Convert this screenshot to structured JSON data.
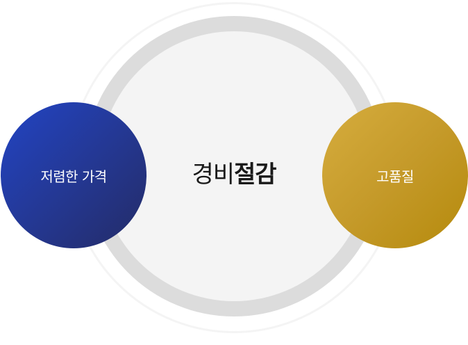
{
  "diagram": {
    "center": {
      "label_light": "경비",
      "label_bold": "절감"
    },
    "left": {
      "label": "저렴한 가격",
      "color_start": "#2244c4",
      "color_end": "#232b66"
    },
    "right": {
      "label": "고품질",
      "color_start": "#d6ad3e",
      "color_end": "#b58a0c"
    },
    "ring_color": "#dcdcdc",
    "disc_color": "#f4f4f4"
  }
}
